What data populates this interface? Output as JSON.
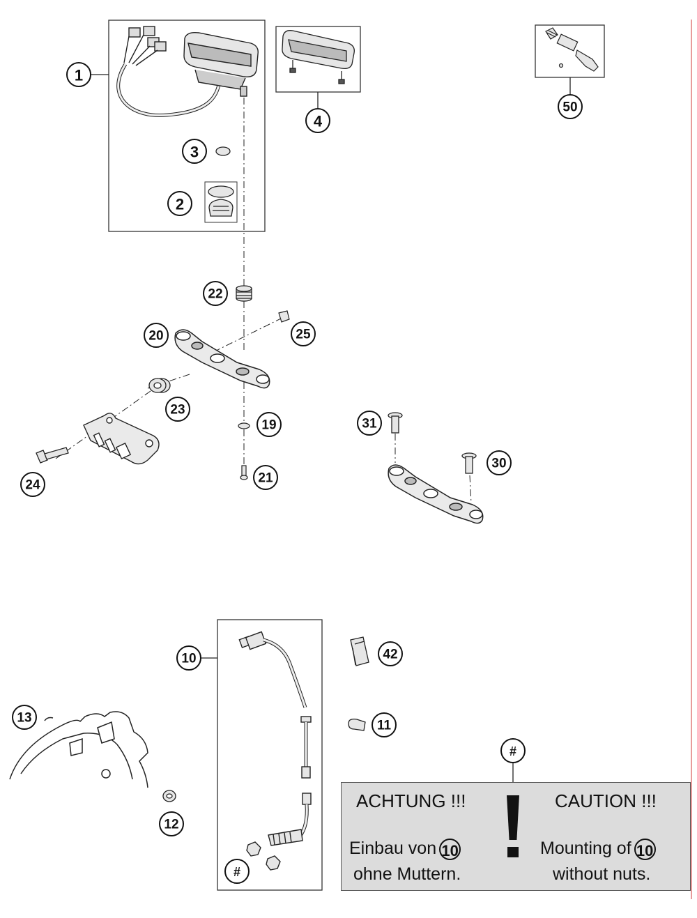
{
  "callouts": {
    "c1": "1",
    "c2": "2",
    "c3": "3",
    "c4": "4",
    "c50": "50",
    "c22": "22",
    "c20": "20",
    "c25": "25",
    "c23": "23",
    "c19": "19",
    "c24": "24",
    "c21": "21",
    "c31": "31",
    "c30": "30",
    "c10": "10",
    "c42": "42",
    "c13": "13",
    "c11": "11",
    "c12": "12",
    "hash_top": "#",
    "hash_bottom": "#"
  },
  "caution": {
    "title_de": "ACHTUNG !!!",
    "title_en": "CAUTION !!!",
    "line1_de": "Einbau von",
    "line2_de": "ohne Muttern.",
    "line1_en": "Mounting of",
    "line2_en": "without nuts.",
    "ref_de": "10",
    "ref_en": "10"
  },
  "icons": {
    "warning": "exclamation-mark-icon"
  },
  "colors": {
    "line": "#1a1a1a",
    "part_fill": "#e6e6e6",
    "caution_bg": "#dcdcdc",
    "margin_line": "#e07a7a"
  }
}
